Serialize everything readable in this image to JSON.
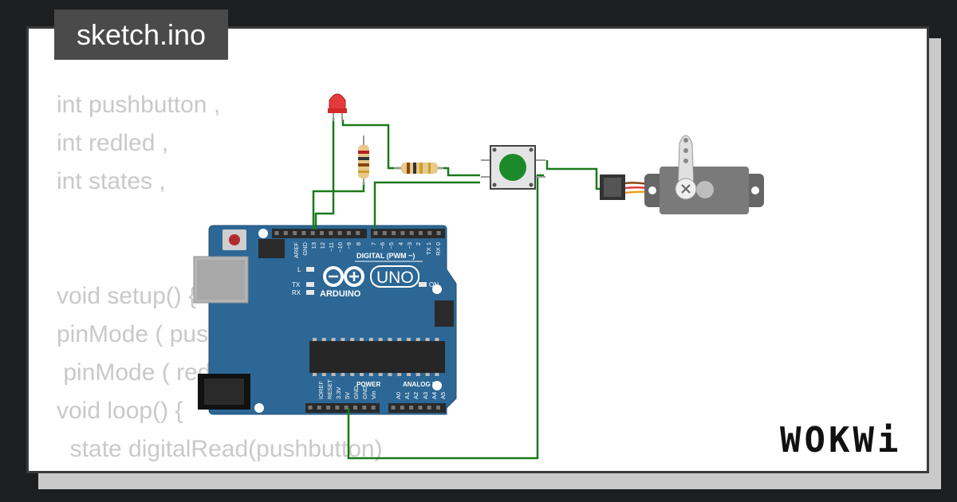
{
  "file_tab": {
    "label": "sketch.ino"
  },
  "code_lines": [
    "int pushbutton ,",
    "int redled ,",
    "int states ,",
    "",
    "",
    "void setup() {",
    "pinMode ( pushbutton , INPUT);",
    " pinMode ( redled , OUTPUT);",
    "void loop() {",
    "  state digitalRead(pushbutton)",
    "}"
  ],
  "arduino": {
    "digital_label": "DIGITAL (PWM ~)",
    "brand": "ARDUINO",
    "model": "UNO",
    "power_label": "POWER",
    "analog_label": "ANALOG IN",
    "led_l": "L",
    "led_tx": "TX",
    "led_rx": "RX",
    "led_on": "ON",
    "header_top_pins": [
      "AREF",
      "GND",
      "13",
      "12",
      "~11",
      "~10",
      "~9",
      "8",
      "7",
      "~6",
      "~5",
      "4",
      "~3",
      "2",
      "TX 1",
      "RX 0"
    ],
    "header_bottom_pins": [
      "IOREF",
      "RESET",
      "3.3V",
      "5V",
      "GND",
      "GND",
      "Vin",
      "A0",
      "A1",
      "A2",
      "A3",
      "A4",
      "A5"
    ]
  },
  "logo": {
    "text": "WOKWi"
  },
  "colors": {
    "board": "#2c6795",
    "wire": "#1a7a1a",
    "button_cap": "#1c8a2a",
    "led": "#e23b3b",
    "servo_body": "#777777",
    "code_text": "#c9c9c9",
    "tab_bg": "#4a4a4a"
  }
}
